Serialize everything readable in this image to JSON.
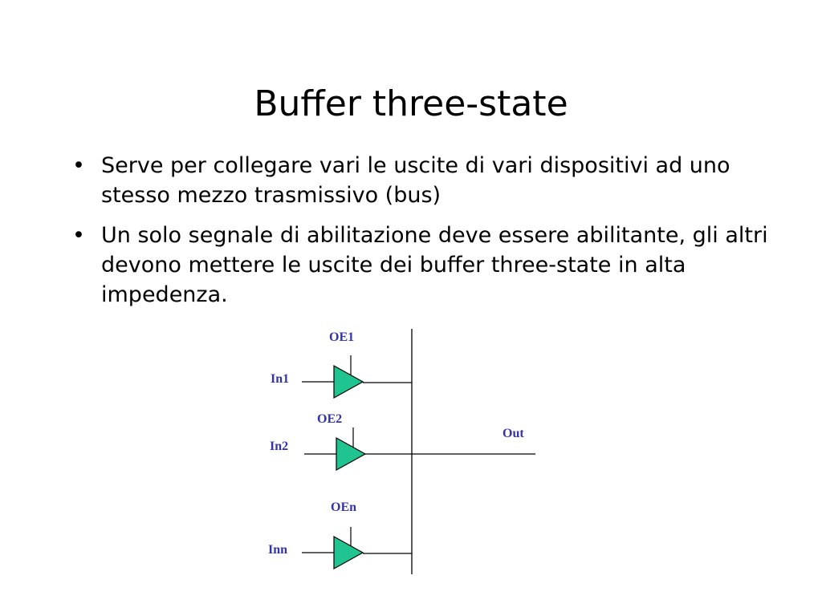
{
  "slide": {
    "title": "Buffer three-state",
    "bullets": [
      "Serve per collegare vari le uscite di vari dispositivi ad uno stesso mezzo trasmissivo (bus)",
      "Un solo segnale di abilitazione deve essere abilitante, gli altri devono mettere le uscite dei buffer three-state in alta impedenza."
    ],
    "bullet_symbol": "•"
  },
  "diagram": {
    "buffers": [
      {
        "input": "In1",
        "enable": "OE1"
      },
      {
        "input": "In2",
        "enable": "OE2"
      },
      {
        "input": "Inn",
        "enable": "OEn"
      }
    ],
    "output": "Out",
    "colors": {
      "buffer_fill": "#1fc490",
      "label_color": "#3333aa",
      "wire": "#000000"
    }
  }
}
